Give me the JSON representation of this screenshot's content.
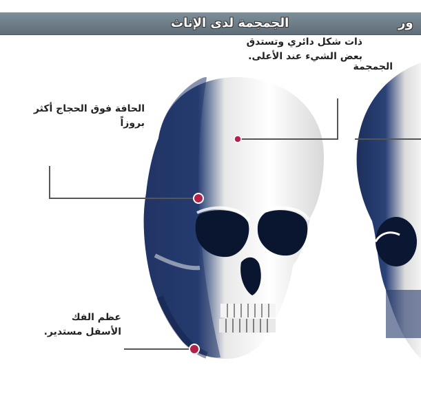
{
  "header": {
    "title": "الجمجمة لدى الإناث",
    "neighbor_title_fragment": "ور"
  },
  "labels": {
    "shape": "ذات شكل دائري وتستدق بعض الشيء عند الأعلى.",
    "skull": "الجمجمة",
    "brow_ridge": "الحافة فوق الحجاج أكثر بروزاً",
    "jaw": "عظم الفك الأسفل مستدير."
  },
  "colors": {
    "header_bg": "#6e7e88",
    "skull_dark": "#21386a",
    "skull_light": "#f2f2f2",
    "marker": "#b2224a",
    "leader_line": "#555555"
  }
}
